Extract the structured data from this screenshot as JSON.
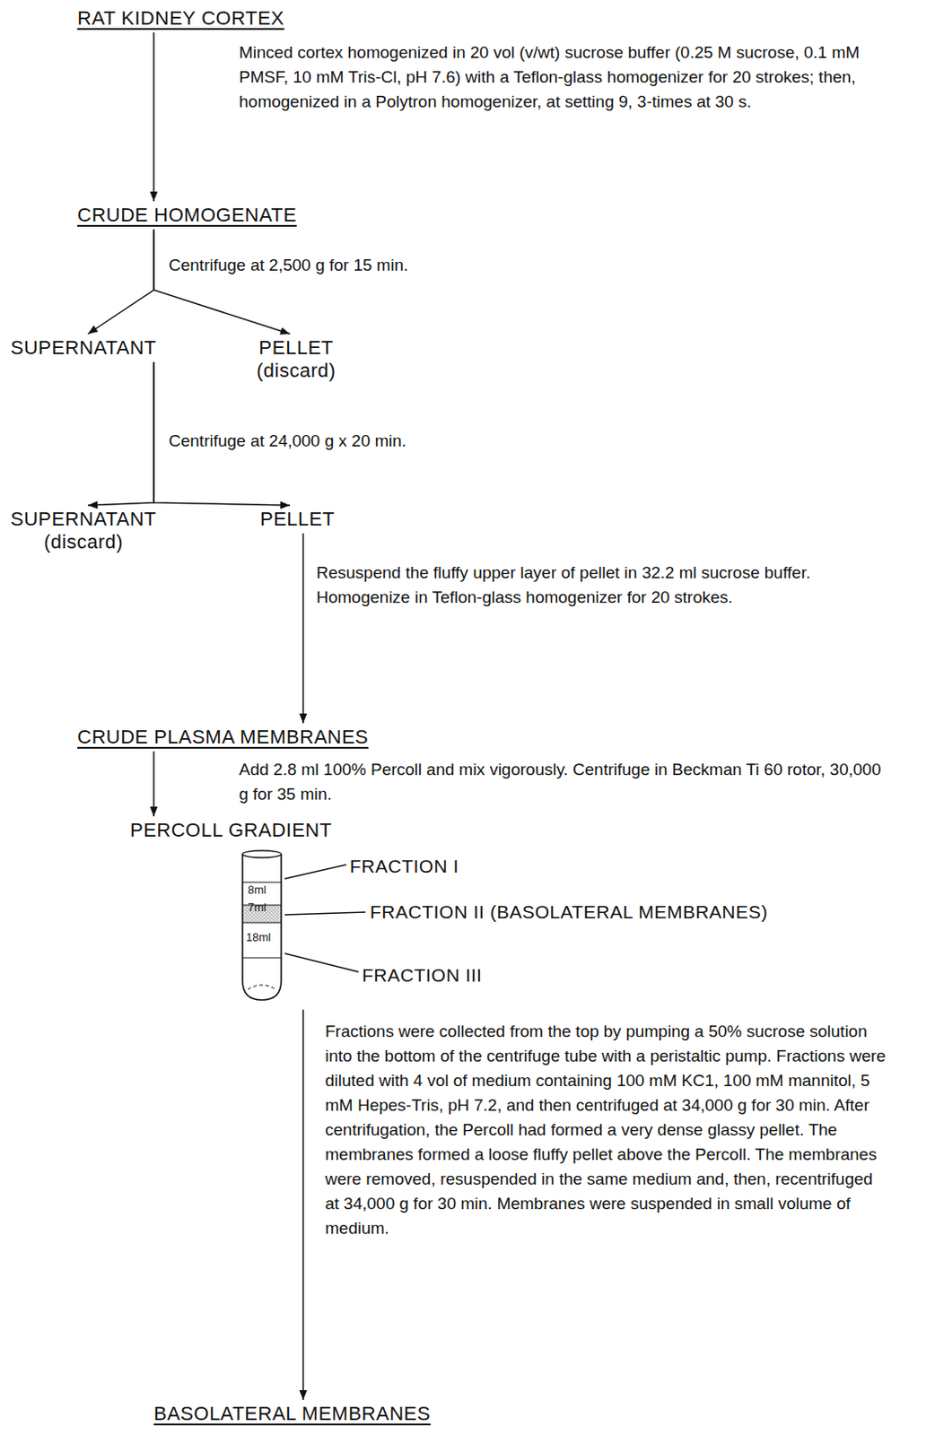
{
  "diagram": {
    "nodes": [
      {
        "text": [
          "RAT KIDNEY CORTEX"
        ]
      },
      {
        "text": [
          "CRUDE HOMOGENATE"
        ]
      },
      {
        "text": [
          "SUPERNATANT"
        ]
      },
      {
        "text": [
          "PELLET",
          "(discard)"
        ]
      },
      {
        "text": [
          "SUPERNATANT",
          "(discard)"
        ]
      },
      {
        "text": [
          "PELLET"
        ]
      },
      {
        "text": [
          "CRUDE PLASMA MEMBRANES"
        ]
      },
      {
        "text": [
          "PERCOLL GRADIENT"
        ]
      },
      {
        "text": [
          "8ml",
          "7ml",
          "18ml"
        ]
      },
      {
        "text": [
          "BASOLATERAL MEMBRANES"
        ]
      }
    ],
    "edges": [
      {
        "from": 0,
        "to": 1,
        "arrow": "to",
        "label": "Minced cortex homogenized in 20 vol (v/wt) sucrose buffer (0.25 M sucrose, 0.1 mM PMSF, 10 mM Tris-Cl, pH 7.6) with a Teflon-glass homogenizer for 20 strokes; then, homogenized in a Polytron homogenizer, at setting 9, 3-times at 30 s."
      },
      {
        "from": 1,
        "to": 2,
        "arrow": "to",
        "label": "Centrifuge at 2,500 g for 15 min."
      },
      {
        "from": 1,
        "to": 3,
        "arrow": "to"
      },
      {
        "from": 2,
        "to": 4,
        "arrow": "to",
        "label": "Centrifuge at 24,000 g x 20 min."
      },
      {
        "from": 2,
        "to": 5,
        "arrow": "to"
      },
      {
        "from": 5,
        "to": 6,
        "arrow": "to",
        "label": "Resuspend the fluffy upper layer of pellet in 32.2 ml sucrose buffer. Homogenize in Teflon-glass homogenizer for 20 strokes."
      },
      {
        "from": 6,
        "to": 7,
        "arrow": "to",
        "label": "Add 2.8 ml 100% Percoll and mix vigorously. Centrifuge in Beckman Ti 60 rotor, 30,000 g for 35 min."
      },
      {
        "from": 8,
        "to": 9,
        "arrow": "to",
        "label": "Fractions were collected from the top by pumping a 50% sucrose solution into the bottom of the centrifuge tube with a peristaltic pump. Fractions were diluted with 4 vol of medium containing 100 mM KC1, 100 mM mannitol, 5 mM Hepes-Tris, pH 7.2, and then centrifuged at 34,000 g for 30 min. After centrifugation, the Percoll had formed a very dense glassy pellet. The membranes formed a loose fluffy pellet above the Percoll. The membranes were removed, resuspended in the same medium and, then, recentrifuged at 34,000 g for 30 min. Membranes were suspended in small volume of medium."
      }
    ],
    "labels": [
      "FRACTION I",
      "FRACTION II (BASOLATERAL MEMBRANES)",
      "FRACTION III"
    ]
  }
}
